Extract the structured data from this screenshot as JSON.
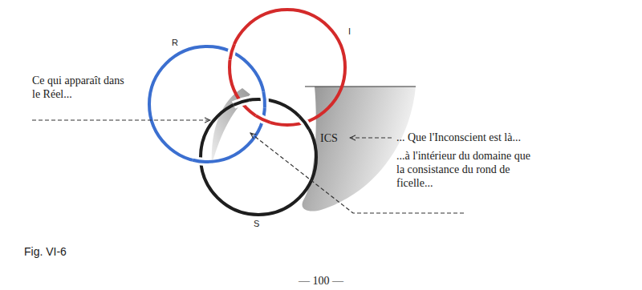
{
  "diagram": {
    "caption": "Fig. VI-6",
    "labels": [
      "R",
      "I",
      "S",
      "ICS",
      "Ce qui apparaît dans le Réel...",
      "... Que l'Inconscient est là...",
      "...à l'intérieur du domaine que la consistance du rond de ficelle...",
      "— 100 —"
    ]
  }
}
